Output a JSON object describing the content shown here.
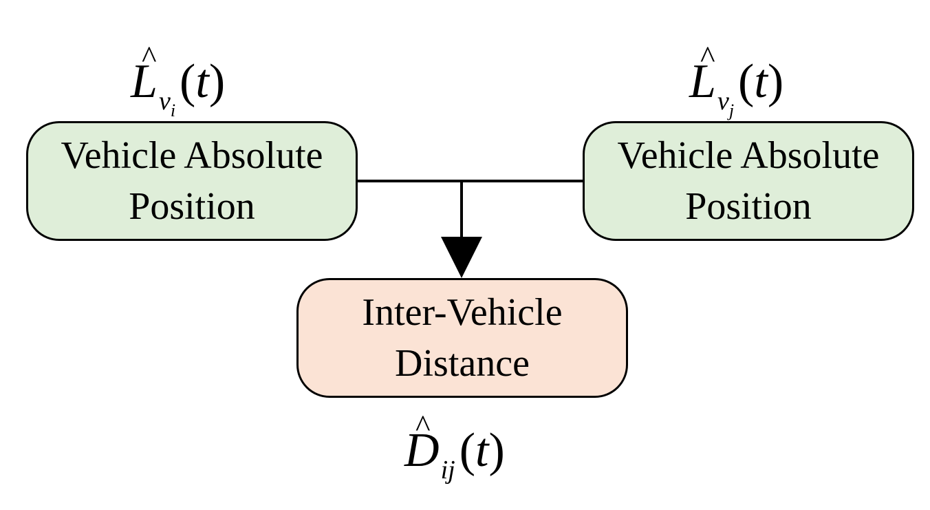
{
  "diagram": {
    "nodes": {
      "left": {
        "line1": "Vehicle Absolute",
        "line2": "Position",
        "fill": "#dfeed9",
        "label": {
          "sym": "L",
          "hat": "^",
          "sub": "v",
          "subsub": "i",
          "arg": "t"
        }
      },
      "right": {
        "line1": "Vehicle Absolute",
        "line2": "Position",
        "fill": "#dfeed9",
        "label": {
          "sym": "L",
          "hat": "^",
          "sub": "v",
          "subsub": "j",
          "arg": "t"
        }
      },
      "bottom": {
        "line1": "Inter-Vehicle",
        "line2": "Distance",
        "fill": "#fbe3d5",
        "label": {
          "sym": "D",
          "hat": "^",
          "sub": "ij",
          "arg": "t"
        }
      }
    },
    "edges": [
      {
        "from": "left",
        "to": "bottom"
      },
      {
        "from": "right",
        "to": "bottom"
      }
    ],
    "colors": {
      "stroke": "#000000",
      "text": "#000000"
    }
  }
}
